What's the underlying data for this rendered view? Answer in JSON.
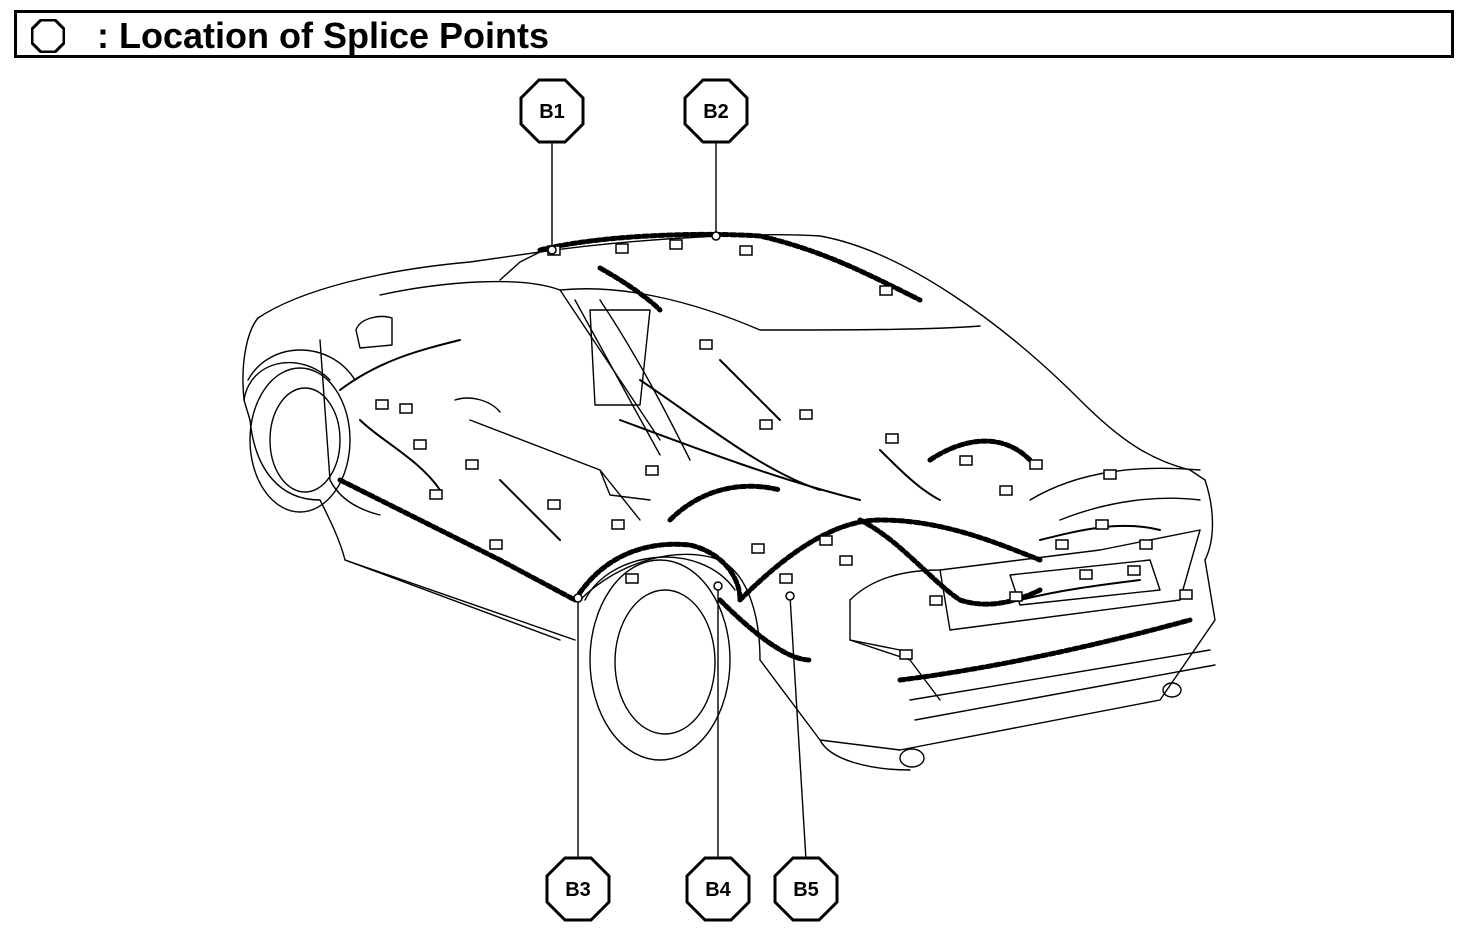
{
  "header": {
    "icon": "octagon-outline-icon",
    "title": ": Location of Splice Points"
  },
  "diagram": {
    "subject": "car-wiring-harness-illustration",
    "callouts": [
      {
        "id": "b1",
        "label": "B1"
      },
      {
        "id": "b2",
        "label": "B2"
      },
      {
        "id": "b3",
        "label": "B3"
      },
      {
        "id": "b4",
        "label": "B4"
      },
      {
        "id": "b5",
        "label": "B5"
      }
    ]
  },
  "colors": {
    "ink": "#000000",
    "paper": "#ffffff"
  }
}
